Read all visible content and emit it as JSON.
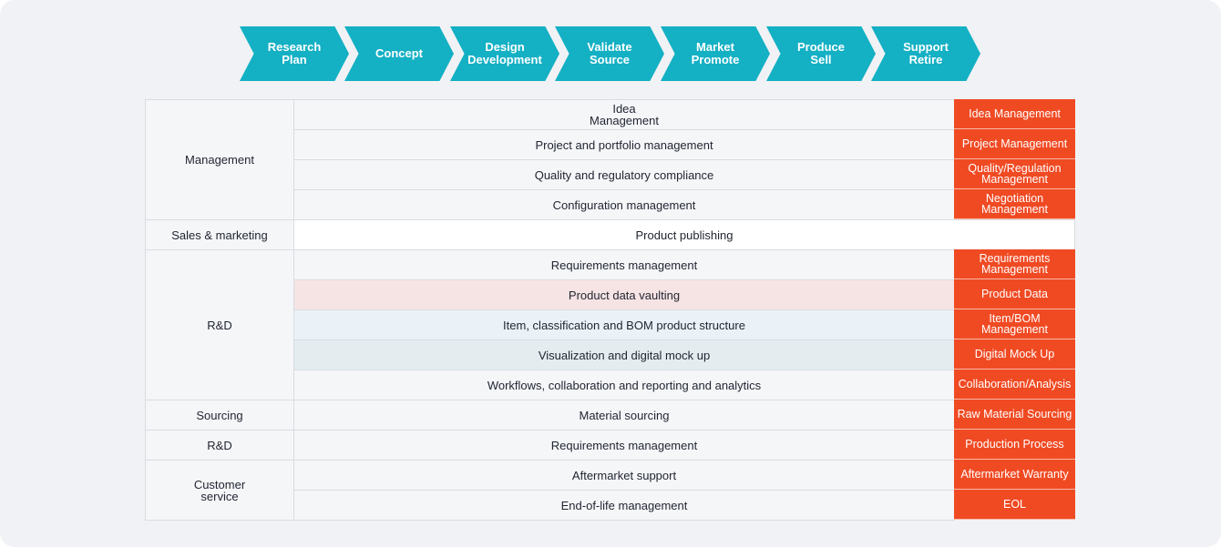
{
  "colors": {
    "chevron": "#14b0c4",
    "tag": "#f04a23",
    "highlight_pink": "#f6e4e4",
    "highlight_blue": "#eaf1f7",
    "highlight_gray": "#e4ecef"
  },
  "stages": [
    "Research\nPlan",
    "Concept",
    "Design\nDevelopment",
    "Validate\nSource",
    "Market\nPromote",
    "Produce\nSell",
    "Support\nRetire"
  ],
  "categories": [
    "Management",
    "Sales & marketing",
    "R&D",
    "Sourcing",
    "R&D",
    "Customer\nservice"
  ],
  "rows": [
    {
      "capability": "Idea\nManagement",
      "tag": "Idea Management",
      "highlight": ""
    },
    {
      "capability": "Project and portfolio management",
      "tag": "Project Management",
      "highlight": ""
    },
    {
      "capability": "Quality and regulatory compliance",
      "tag": "Quality/Regulation\nManagement",
      "highlight": ""
    },
    {
      "capability": "Configuration management",
      "tag": "Negotiation\nManagement",
      "highlight": ""
    },
    {
      "capability": "Product publishing",
      "tag": "",
      "highlight": ""
    },
    {
      "capability": "Requirements management",
      "tag": "Requirements\nManagement",
      "highlight": ""
    },
    {
      "capability": "Product data vaulting",
      "tag": "Product Data",
      "highlight": "pink"
    },
    {
      "capability": "Item, classification and BOM product structure",
      "tag": "Item/BOM\nManagement",
      "highlight": "blue"
    },
    {
      "capability": "Visualization and digital mock up",
      "tag": "Digital Mock Up",
      "highlight": "gray"
    },
    {
      "capability": "Workflows, collaboration and reporting and analytics",
      "tag": "Collaboration/Analysis",
      "highlight": ""
    },
    {
      "capability": "Material sourcing",
      "tag": "Raw Material Sourcing",
      "highlight": ""
    },
    {
      "capability": "Requirements management",
      "tag": "Production Process",
      "highlight": ""
    },
    {
      "capability": "Aftermarket support",
      "tag": "Aftermarket Warranty",
      "highlight": ""
    },
    {
      "capability": "End-of-life management",
      "tag": "EOL",
      "highlight": ""
    }
  ]
}
